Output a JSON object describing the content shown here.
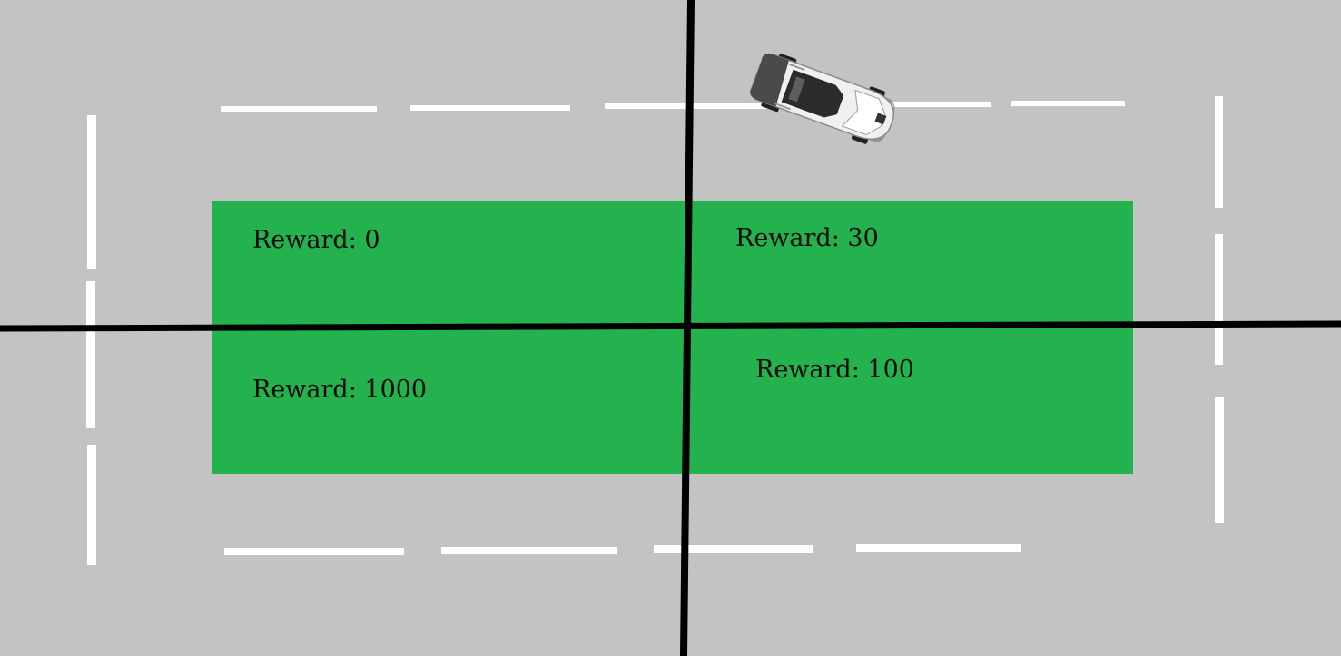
{
  "colors": {
    "track": "#c3c3c3",
    "reward_zone": "#24b24f",
    "lane_marking": "#ffffff",
    "divider": "#000000"
  },
  "quadrants": {
    "top_left": {
      "label": "Reward: 0"
    },
    "top_right": {
      "label": "Reward: 30"
    },
    "bottom_left": {
      "label": "Reward: 1000"
    },
    "bottom_right": {
      "label": "Reward: 100"
    }
  },
  "agent": {
    "icon": "race-car-icon"
  }
}
